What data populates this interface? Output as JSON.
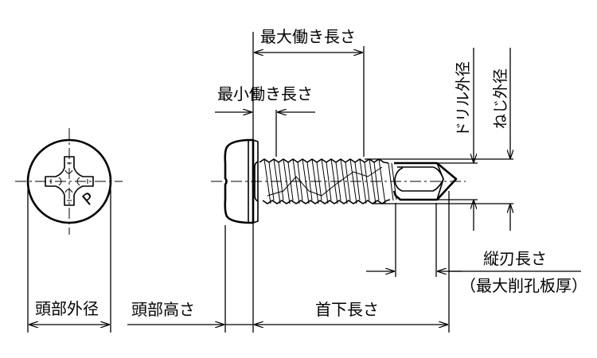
{
  "diagram": {
    "subject": "Pan head Phillips self-drilling tapping screw (dimension drawing)",
    "head_mark": "P",
    "labels": {
      "head_diameter": "頭部外径",
      "head_height": "頭部高さ",
      "length_under_head": "首下長さ",
      "max_working_length": "最大働き長さ",
      "min_working_length": "最小働き長さ",
      "drill_diameter": "ドリル外径",
      "thread_diameter": "ねじ外径",
      "flute_length": "縦刃長さ",
      "max_drilling_thickness": "（最大削孔板厚）"
    },
    "colors": {
      "line": "#000000",
      "background": "#ffffff"
    }
  }
}
